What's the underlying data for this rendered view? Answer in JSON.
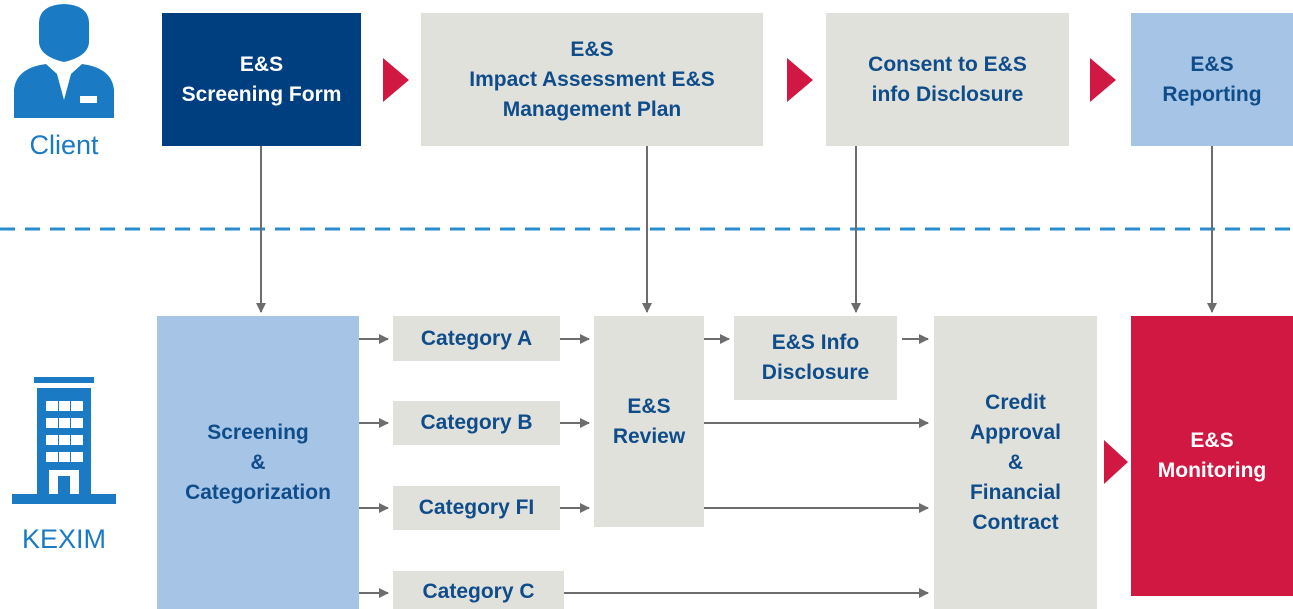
{
  "actors": {
    "client": "Client",
    "kexim": "KEXIM"
  },
  "client_steps": {
    "screening_form": "E&S\nScreening Form",
    "impact_assessment": "E&S\nImpact Assessment E&S\nManagement Plan",
    "consent": "Consent to E&S\ninfo Disclosure",
    "reporting": "E&S\nReporting"
  },
  "kexim_steps": {
    "screening": "Screening\n&\nCategorization",
    "category_a": "Category A",
    "category_b": "Category B",
    "category_fi": "Category FI",
    "category_c": "Category C",
    "review": "E&S\nReview",
    "info_disclosure": "E&S Info\nDisclosure",
    "credit": "Credit\nApproval\n&\nFinancial\nContract",
    "monitoring": "E&S\nMonitoring"
  },
  "colors": {
    "dark_blue": "#003f7f",
    "light_blue": "#a6c4e6",
    "gray_box": "#e1e1dc",
    "crimson": "#d01842",
    "icon_blue": "#1a7ac3",
    "arrow_gray": "#6d6d6d",
    "divider": "#2a8ccf"
  },
  "icons": {
    "client": "person-icon",
    "kexim": "office-building-icon"
  }
}
